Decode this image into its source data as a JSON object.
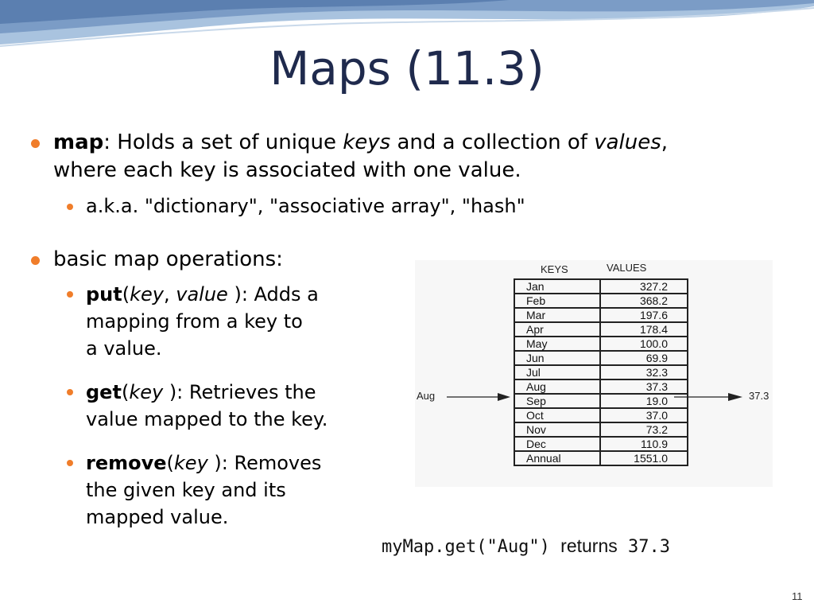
{
  "slide": {
    "title": "Maps (11.3)",
    "page_number": "11"
  },
  "bullet_map": {
    "term": "map",
    "t1": ": Holds a set of unique ",
    "keys": "keys",
    "t2": " and a collection of ",
    "values": "values",
    "t3": ",",
    "line2": "where each key is associated with one value."
  },
  "bullet_aka": "a.k.a. \"dictionary\", \"associative array\", \"hash\"",
  "bullet_ops": "basic map operations:",
  "ops": {
    "put": {
      "name": "put",
      "open": "(",
      "arg1": "key",
      "comma": ", ",
      "arg2": "value",
      "rest": " ): Adds a",
      "line2": "mapping from a key to",
      "line3": "a value."
    },
    "get": {
      "name": "get",
      "open": "(",
      "arg1": "key",
      "rest": " ): Retrieves the",
      "line2": "value mapped to the key."
    },
    "remove": {
      "name": "remove",
      "open": "(",
      "arg1": "key",
      "rest": " ): Removes",
      "line2": "the given key and its",
      "line3": "mapped value."
    }
  },
  "figure": {
    "keys_header": "KEYS",
    "values_header": "VALUES",
    "input_label": "Aug",
    "output_label": "37.3",
    "rows": [
      {
        "key": "Jan",
        "value": "327.2"
      },
      {
        "key": "Feb",
        "value": "368.2"
      },
      {
        "key": "Mar",
        "value": "197.6"
      },
      {
        "key": "Apr",
        "value": "178.4"
      },
      {
        "key": "May",
        "value": "100.0"
      },
      {
        "key": "Jun",
        "value": "69.9"
      },
      {
        "key": "Jul",
        "value": "32.3"
      },
      {
        "key": "Aug",
        "value": "37.3"
      },
      {
        "key": "Sep",
        "value": "19.0"
      },
      {
        "key": "Oct",
        "value": "37.0"
      },
      {
        "key": "Nov",
        "value": "73.2"
      },
      {
        "key": "Dec",
        "value": "110.9"
      },
      {
        "key": "Annual",
        "value": "1551.0"
      }
    ]
  },
  "code_example": {
    "call": "myMap.get(\"Aug\")",
    "word": "returns",
    "result": "37.3"
  },
  "colors": {
    "bullet": "#f07d2a",
    "title": "#1f2a4d",
    "wave_dark": "#5b7fb0",
    "wave_light": "#a9c3df"
  }
}
